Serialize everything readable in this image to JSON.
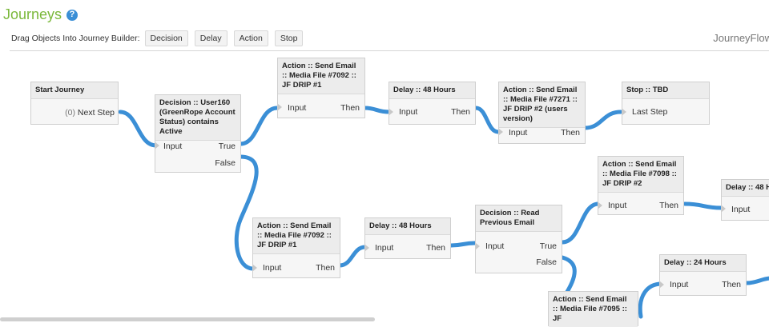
{
  "page": {
    "title": "Journeys",
    "flow_name": "JourneyFlow"
  },
  "toolbar": {
    "label": "Drag Objects Into Journey Builder:",
    "buttons": [
      "Decision",
      "Delay",
      "Action",
      "Stop"
    ]
  },
  "nodes": {
    "start": {
      "title": "Start Journey",
      "count": "(0)",
      "next": "Next Step"
    },
    "decision1": {
      "title": "Decision :: User160 (GreenRope Account Status) contains Active",
      "input": "Input",
      "true": "True",
      "false": "False"
    },
    "action1": {
      "title": "Action :: Send Email :: Media File #7092 :: JF DRIP #1",
      "input": "Input",
      "then": "Then"
    },
    "delay1": {
      "title": "Delay :: 48 Hours",
      "input": "Input",
      "then": "Then"
    },
    "action2": {
      "title": "Action :: Send Email :: Media File #7271 :: JF DRIP #2 (users version)",
      "input": "Input",
      "then": "Then"
    },
    "stop1": {
      "title": "Stop :: TBD",
      "last": "Last Step"
    },
    "action3": {
      "title": "Action :: Send Email :: Media File #7098 :: JF DRIP #2",
      "input": "Input",
      "then": "Then"
    },
    "delay2": {
      "title": "Delay :: 48 Ho",
      "input": "Input"
    },
    "action4": {
      "title": "Action :: Send Email :: Media File #7092 :: JF DRIP #1",
      "input": "Input",
      "then": "Then"
    },
    "delay3": {
      "title": "Delay :: 48 Hours",
      "input": "Input",
      "then": "Then"
    },
    "decision2": {
      "title": "Decision :: Read Previous Email",
      "input": "Input",
      "true": "True",
      "false": "False"
    },
    "delay4": {
      "title": "Delay :: 24 Hours",
      "input": "Input",
      "then": "Then"
    },
    "action5": {
      "title": "Action :: Send Email :: Media File #7095 :: JF"
    }
  },
  "colors": {
    "connector": "#3b8fd6",
    "title": "#7ab83a"
  }
}
